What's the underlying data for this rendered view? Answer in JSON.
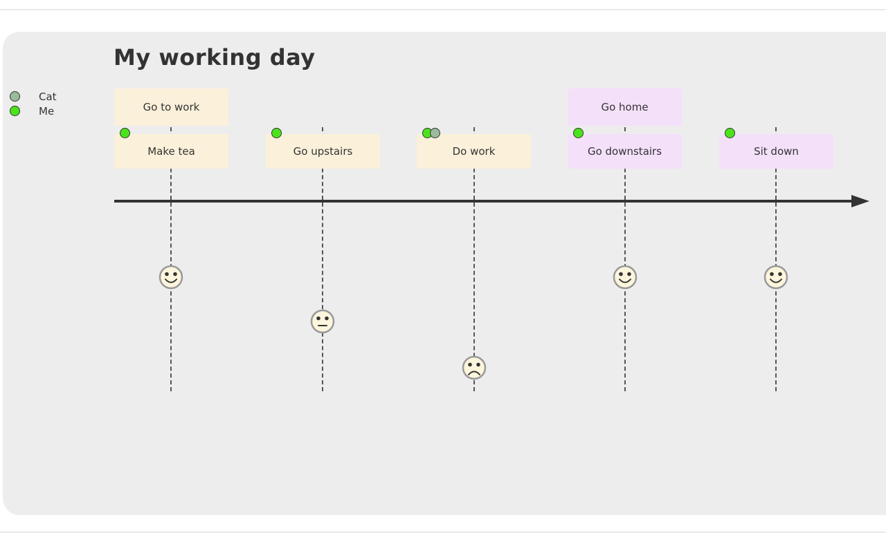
{
  "diagram": {
    "type": "user-journey-timeline",
    "title": "My working day",
    "panel_background": "#EDEDED",
    "axis": {
      "direction": "right",
      "color": "#333333"
    },
    "legend": {
      "actors": [
        {
          "name": "Cat",
          "color": "#9BBB9C"
        },
        {
          "name": "Me",
          "color": "#4BE41A"
        }
      ]
    },
    "sections": [
      {
        "label": "Go to work",
        "fill": "#FBF0DA",
        "tasks": [
          {
            "label": "Make tea",
            "score": 5,
            "mood": "happy",
            "actors": [
              "Me"
            ]
          },
          {
            "label": "Go upstairs",
            "score": 3,
            "mood": "neutral",
            "actors": [
              "Me"
            ]
          },
          {
            "label": "Do work",
            "score": 1,
            "mood": "sad",
            "actors": [
              "Me",
              "Cat"
            ]
          }
        ]
      },
      {
        "label": "Go home",
        "fill": "#F5E0FA",
        "tasks": [
          {
            "label": "Go downstairs",
            "score": 5,
            "mood": "happy",
            "actors": [
              "Me"
            ]
          },
          {
            "label": "Sit down",
            "score": 5,
            "mood": "happy",
            "actors": [
              "Me"
            ]
          }
        ]
      }
    ],
    "face_style": {
      "fill": "#FDF5DC",
      "border": "#999999",
      "feature_color": "#333333"
    }
  }
}
